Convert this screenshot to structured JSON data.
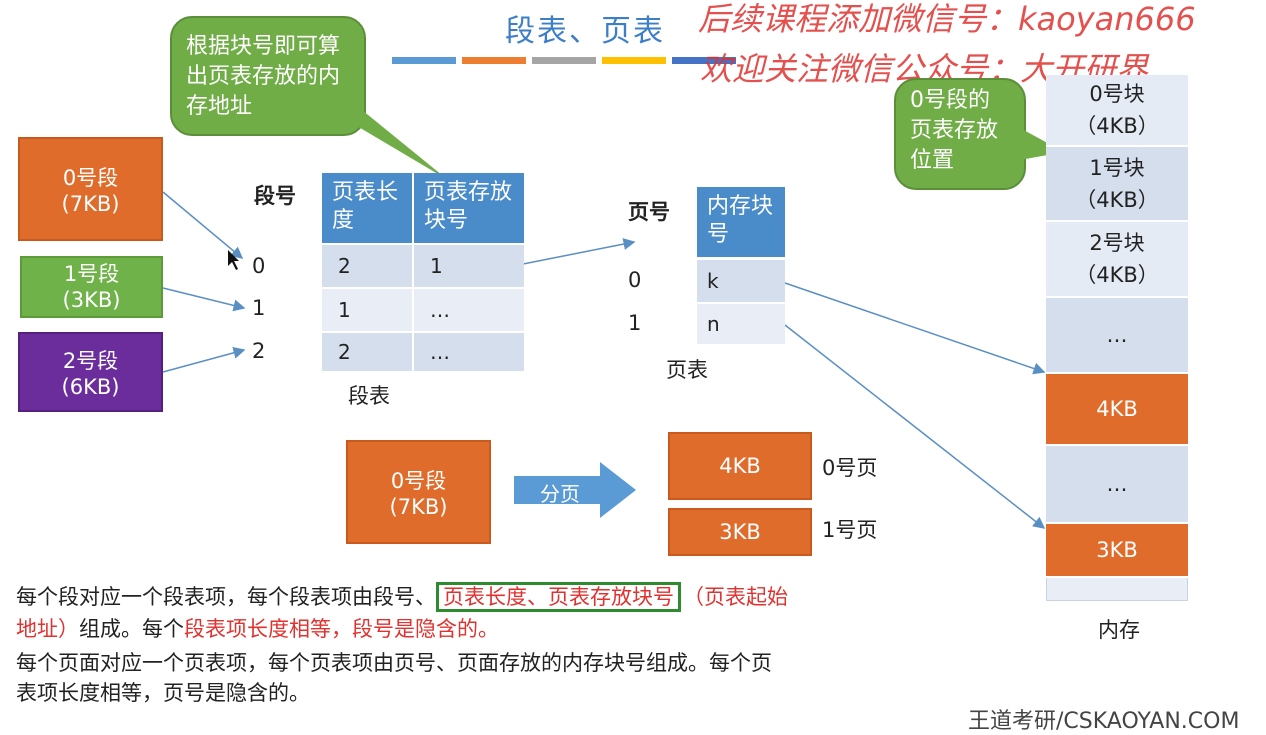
{
  "title": "段表、页表",
  "watermark": {
    "line1": "后续课程添加微信号：kaoyan666",
    "line2": "欢迎关注微信公众号：大开研界"
  },
  "callouts": {
    "page_table_location": "根据块号即可算出页表存放的内存地址",
    "segment0_page_table": "0号段的页表存放位置"
  },
  "segments": [
    {
      "name": "0号段",
      "size": "(7KB)",
      "color": "#e06c2c"
    },
    {
      "name": "1号段",
      "size": "(3KB)",
      "color": "#6fb24a"
    },
    {
      "name": "2号段",
      "size": "(6KB)",
      "color": "#6a2d9b"
    }
  ],
  "segment_table": {
    "index_header": "段号",
    "columns": [
      "页表长度",
      "页表存放块号"
    ],
    "indices": [
      "0",
      "1",
      "2"
    ],
    "rows": [
      [
        "2",
        "1"
      ],
      [
        "1",
        "…"
      ],
      [
        "2",
        "…"
      ]
    ],
    "caption": "段表"
  },
  "page_table": {
    "index_header": "页号",
    "column": "内存块号",
    "indices": [
      "0",
      "1"
    ],
    "rows": [
      "k",
      "n"
    ],
    "caption": "页表"
  },
  "paging_demo": {
    "segment": {
      "name": "0号段",
      "size": "(7KB)"
    },
    "arrow_label": "分页",
    "pages": [
      {
        "size": "4KB",
        "label": "0号页"
      },
      {
        "size": "3KB",
        "label": "1号页"
      }
    ]
  },
  "memory": {
    "caption": "内存",
    "blocks": [
      {
        "text": "0号块",
        "sub": "（4KB）"
      },
      {
        "text": "1号块",
        "sub": "（4KB）"
      },
      {
        "text": "2号块",
        "sub": "（4KB）"
      },
      {
        "text": "…",
        "sub": ""
      },
      {
        "text": "4KB",
        "sub": ""
      },
      {
        "text": "…",
        "sub": ""
      },
      {
        "text": "3KB",
        "sub": ""
      }
    ]
  },
  "description": {
    "p1_a": "每个段对应一个段表项，每个段表项由段号、",
    "p1_highlight": "页表长度、页表存放块号",
    "p1_b": "（页表起始",
    "p1_c": "地址）",
    "p1_d": "组成。每个",
    "p1_e": "段表项长度相等，段号是隐含的。",
    "p2_line1": "每个页面对应一个页表项，每个页表项由页号、页面存放的内存块号组成。每个页",
    "p2_line2": "表项长度相等，页号是隐含的。"
  },
  "brand": "王道考研/CSKAOYAN.COM",
  "colors": {
    "title": "#3d7fc7",
    "header": "#4a8bc9",
    "callout": "#70ad47",
    "highlight_border": "#2e8b2e",
    "red_text": "#e0322f"
  }
}
